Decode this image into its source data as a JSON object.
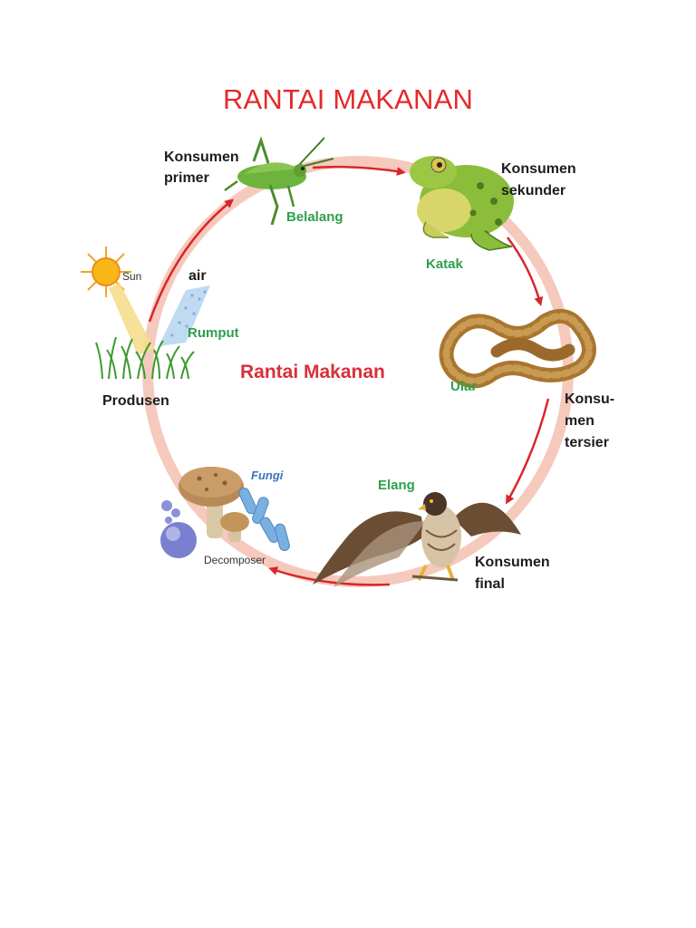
{
  "title": "RANTAI MAKANAN",
  "center_label": "Rantai Makanan",
  "producer": {
    "role": "Produsen",
    "name": "Rumput",
    "sun": "Sun",
    "water": "air"
  },
  "primary": {
    "role_line1": "Konsumen",
    "role_line2": "primer",
    "name": "Belalang"
  },
  "secondary": {
    "role_line1": "Konsumen",
    "role_line2": "sekunder",
    "name": "Katak"
  },
  "tertiary": {
    "role_line1": "Konsu-",
    "role_line2": "men",
    "role_line3": "tersier",
    "name": "Ular"
  },
  "final": {
    "role_line1": "Konsumen",
    "role_line2": "final",
    "name": "Elang"
  },
  "decomposer": {
    "role": "Decomposer",
    "name": "Fungi"
  },
  "colors": {
    "title": "#e42a2a",
    "arrow": "#d9262b",
    "ring": "#f6c9bd",
    "name_green": "#2e9f4b",
    "fungi_blue": "#3a73b9"
  }
}
